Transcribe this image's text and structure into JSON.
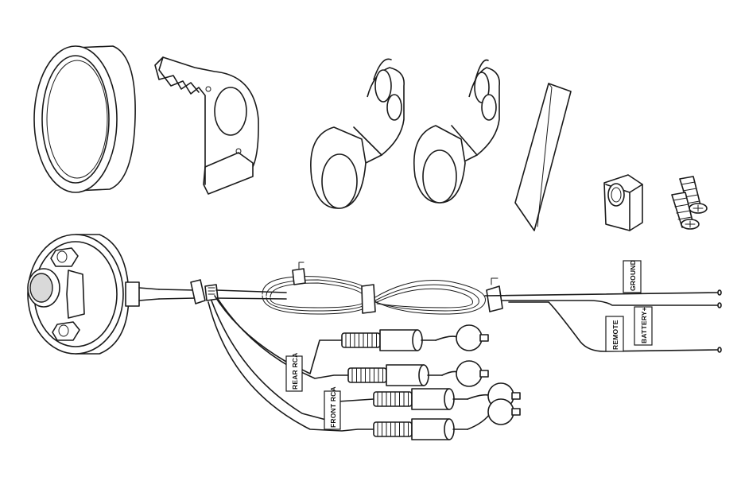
{
  "labels": {
    "ground": "GROUND",
    "battery": "BATTERY+",
    "remote": "REMOTE",
    "rear_rca": "REAR RCA",
    "front_rca": "FRONT RCA"
  },
  "colors": {
    "line": "#1a1a1a",
    "background": "#ffffff"
  }
}
